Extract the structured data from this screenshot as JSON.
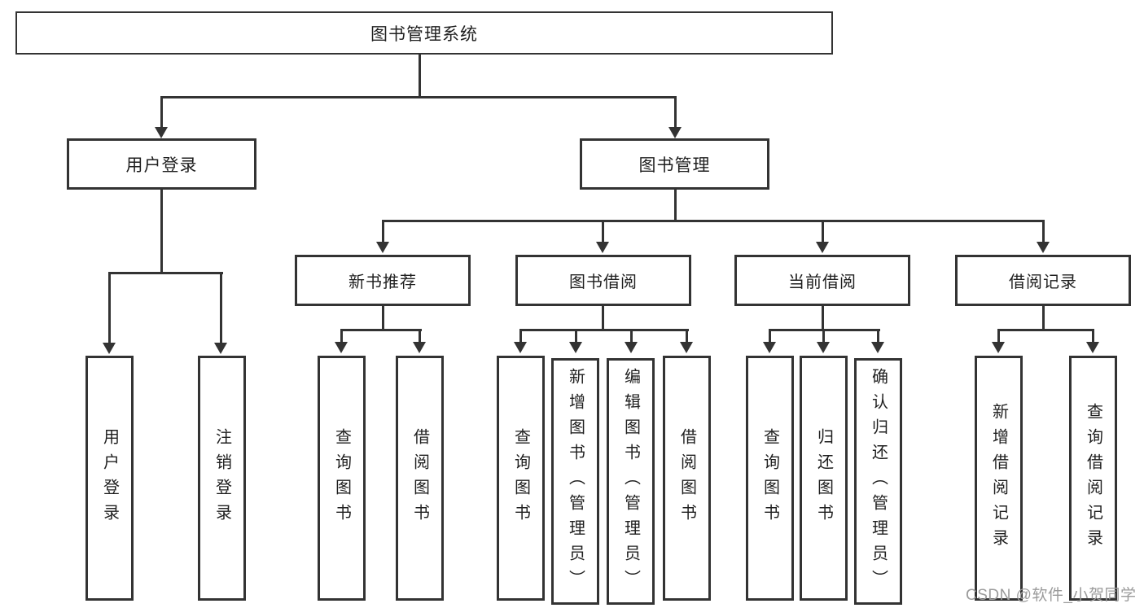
{
  "tree": {
    "root": "图书管理系统",
    "login": {
      "label": "用户登录",
      "children": [
        "用户登录",
        "注销登录"
      ]
    },
    "mgmt": {
      "label": "图书管理",
      "sections": [
        {
          "label": "新书推荐",
          "children": [
            "查询图书",
            "借阅图书"
          ]
        },
        {
          "label": "图书借阅",
          "children": [
            "查询图书",
            "新增图书（管理员）",
            "编辑图书（管理员）",
            "借阅图书"
          ]
        },
        {
          "label": "当前借阅",
          "children": [
            "查询图书",
            "归还图书",
            "确认归还（管理员）"
          ]
        },
        {
          "label": "借阅记录",
          "children": [
            "新增借阅记录",
            "查询借阅记录"
          ]
        }
      ]
    }
  },
  "watermark": {
    "text": "CSDN @软件_小贺同学"
  },
  "colors": {
    "line": "#333333",
    "text": "#1f1f1f",
    "background": "#ffffff",
    "watermark": "#9b9b9b"
  }
}
